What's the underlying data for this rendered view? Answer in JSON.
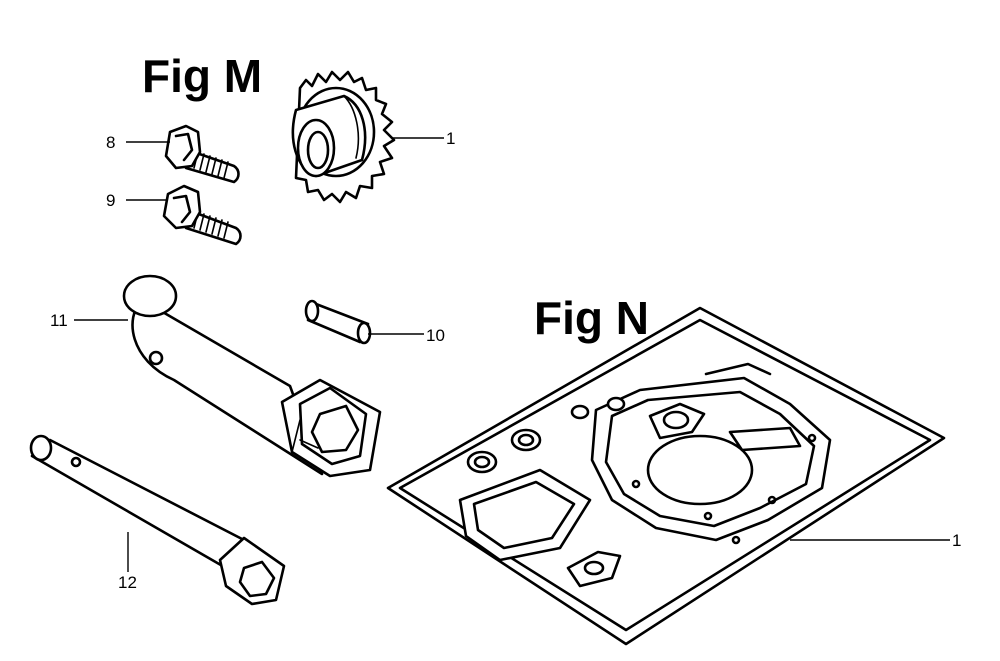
{
  "figures": {
    "m": {
      "title": "Fig M"
    },
    "n": {
      "title": "Fig N"
    }
  },
  "callouts": {
    "m_gear": "1",
    "m_bolt_upper": "8",
    "m_bolt_lower": "9",
    "pin": "10",
    "socket_wrench": "11",
    "handle_bar": "12",
    "n_gasket_kit": "1"
  }
}
